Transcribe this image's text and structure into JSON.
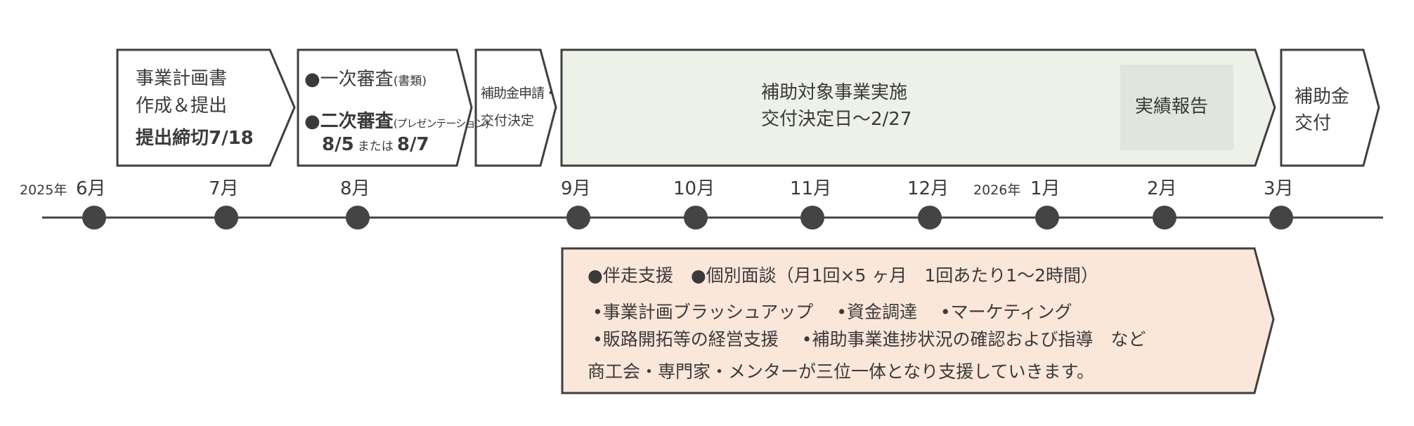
{
  "phases": {
    "plan": {
      "line1": "事業計画書",
      "line2": "作成＆提出",
      "deadline": "提出締切7/18"
    },
    "review": {
      "first": "●一次審査",
      "first_note": "(書類)",
      "second": "●二次審査",
      "second_note": "(プレゼンテーション)",
      "date1": "8/5",
      "or": "または",
      "date2": "8/7"
    },
    "apply": {
      "line1": "補助金申請・",
      "line2": "交付決定"
    },
    "implement": {
      "line1": "補助対象事業実施",
      "line2": "交付決定日～2/27",
      "report": "実績報告"
    },
    "grant": {
      "line1": "補助金",
      "line2": "交付"
    }
  },
  "timeline": {
    "year1": "2025年",
    "year2": "2026年",
    "months": [
      "6月",
      "7月",
      "8月",
      "9月",
      "10月",
      "11月",
      "12月",
      "1月",
      "2月",
      "3月"
    ]
  },
  "support": {
    "line1": "●伴走支援　●個別面談（月1回×5 ヶ月　1回あたり1～2時間）",
    "line2": "•事業計画ブラッシュアップ　 •資金調達　 •マーケティング",
    "line3": "•販路開拓等の経営支援　 •補助事業進捗状況の確認および指導　など",
    "line4": "商工会・専門家・メンターが三位一体となり支援していきます。"
  },
  "colors": {
    "outline": "#3f3f3f",
    "implement_fill": "#edf1e8",
    "report_fill": "#e1e6dc",
    "support_fill": "#fbe6da",
    "dot": "#444444"
  }
}
